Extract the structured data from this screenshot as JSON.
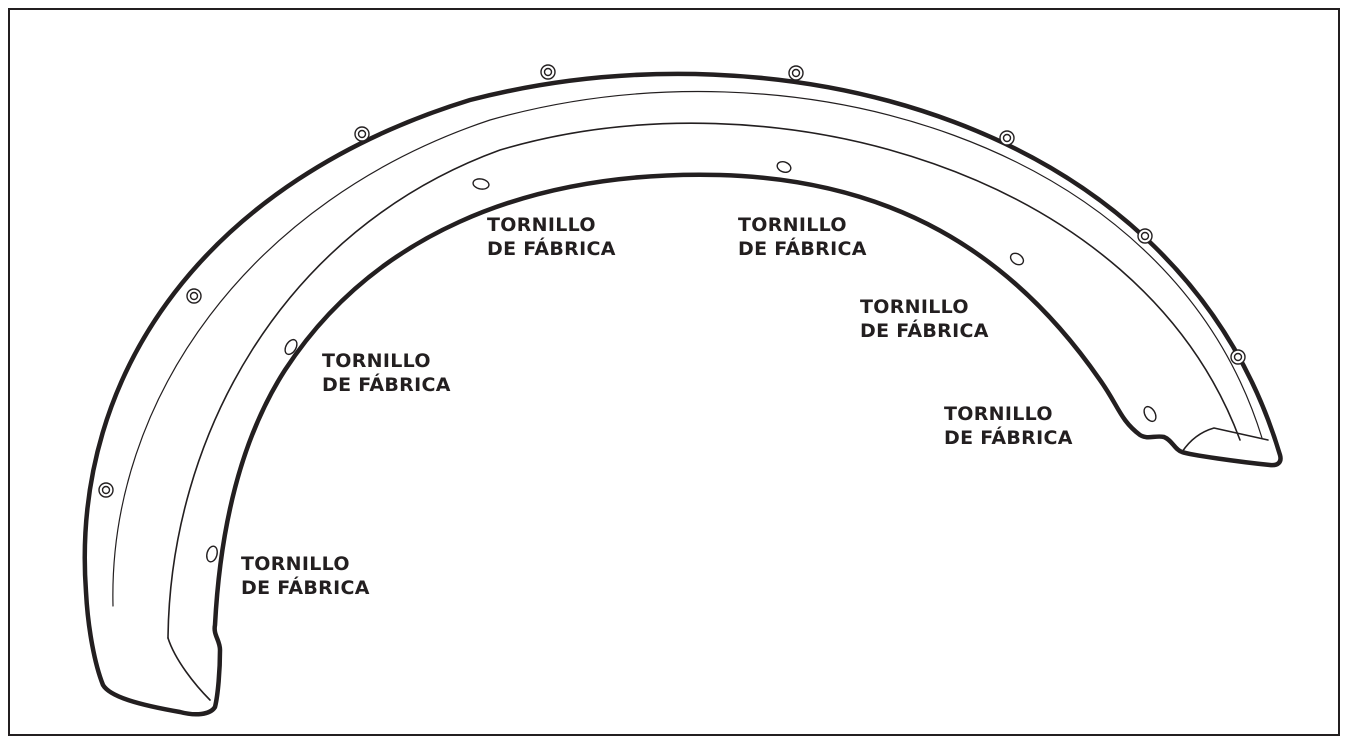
{
  "diagram": {
    "part": "fender-flare",
    "colors": {
      "line": "#231f20",
      "background": "#ffffff"
    },
    "labels": [
      {
        "line1": "TORNILLO",
        "line2": "DE FÁBRICA"
      },
      {
        "line1": "TORNILLO",
        "line2": "DE FÁBRICA"
      },
      {
        "line1": "TORNILLO",
        "line2": "DE FÁBRICA"
      },
      {
        "line1": "TORNILLO",
        "line2": "DE FÁBRICA"
      },
      {
        "line1": "TORNILLO",
        "line2": "DE FÁBRICA"
      },
      {
        "line1": "TORNILLO",
        "line2": "DE FÁBRICA"
      }
    ]
  }
}
